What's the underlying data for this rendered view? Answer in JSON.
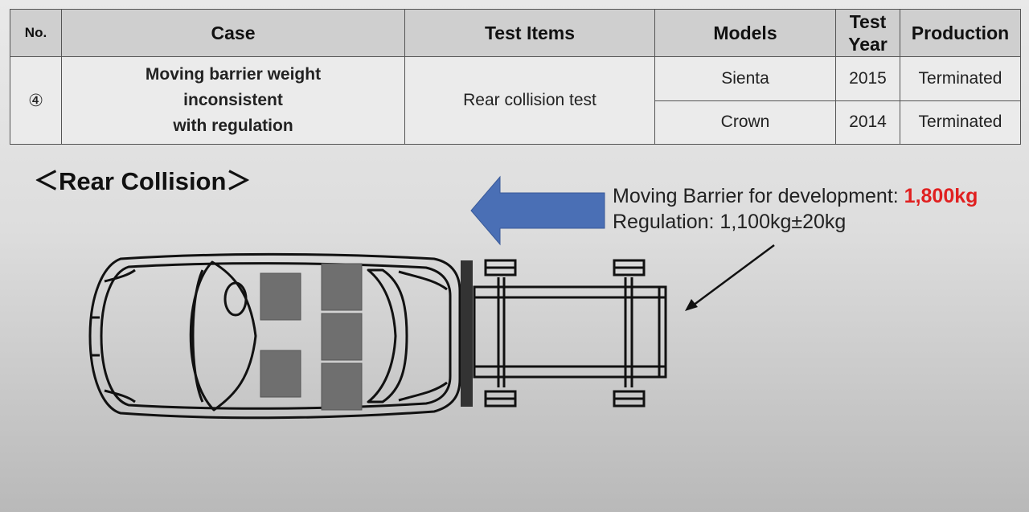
{
  "table": {
    "headers": {
      "no": "No.",
      "case": "Case",
      "test_items": "Test Items",
      "models": "Models",
      "test_year_line1": "Test",
      "test_year_line2": "Year",
      "production": "Production"
    },
    "row": {
      "no": "④",
      "case_lines": [
        "Moving barrier weight",
        "inconsistent",
        "with regulation"
      ],
      "test_item": "Rear collision test",
      "entries": [
        {
          "model": "Sienta",
          "year": "2015",
          "production": "Terminated"
        },
        {
          "model": "Crown",
          "year": "2014",
          "production": "Terminated"
        }
      ]
    }
  },
  "figure": {
    "title": "＜Rear Collision＞",
    "development_label": "Moving Barrier for development: ",
    "development_weight": "1,800kg",
    "regulation_label": "Regulation: 1,100kg±20kg",
    "colors": {
      "arrow_fill": "#4a6fb5",
      "highlight": "#e02020",
      "seat_fill": "#6f6f6f",
      "bumper": "#333333"
    },
    "icons": [
      "direction-arrow-icon",
      "car-top-view-icon",
      "moving-barrier-icon",
      "pointer-arrow-icon"
    ]
  }
}
